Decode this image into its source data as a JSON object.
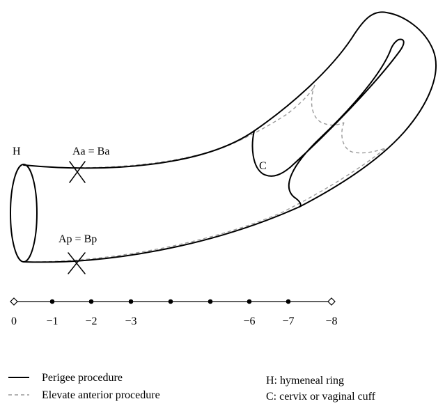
{
  "labels": {
    "hymen": "H",
    "anterior_point": "Aa = Ba",
    "posterior_point": "Ap = Bp",
    "cervix": "C"
  },
  "scale": {
    "ticks": [
      "0",
      "−1",
      "−2",
      "−3",
      "−6",
      "−7",
      "−8"
    ]
  },
  "legend": {
    "solid_label": "Perigee procedure",
    "dashed_label": "Elevate anterior procedure",
    "key_h": "H: hymeneal ring",
    "key_c": "C: cervix or vaginal cuff"
  },
  "colors": {
    "solid_line": "#000000",
    "dashed_line": "#9a9a9a"
  }
}
